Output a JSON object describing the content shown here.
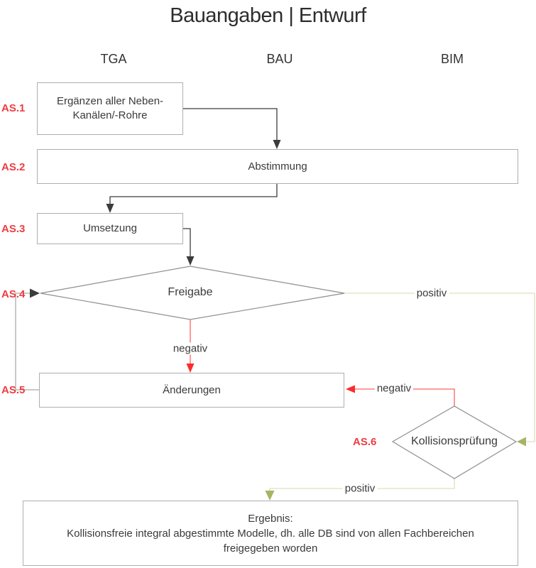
{
  "title": "Bauangaben | Entwurf",
  "columns": [
    {
      "label": "TGA"
    },
    {
      "label": "BAU"
    },
    {
      "label": "BIM"
    }
  ],
  "steps": [
    {
      "id": "AS.1",
      "label": "Ergänzen aller Neben-\nKanälen/-Rohre",
      "type": "process",
      "lane": "TGA"
    },
    {
      "id": "AS.2",
      "label": "Abstimmung",
      "type": "process",
      "lane": "TGA+BAU+BIM"
    },
    {
      "id": "AS.3",
      "label": "Umsetzung",
      "type": "process",
      "lane": "TGA"
    },
    {
      "id": "AS.4",
      "label": "Freigabe",
      "type": "decision",
      "lane": "TGA+BAU"
    },
    {
      "id": "AS.5",
      "label": "Änderungen",
      "type": "process",
      "lane": "TGA+BAU"
    },
    {
      "id": "AS.6",
      "label": "Kollisionsprüfung",
      "type": "decision",
      "lane": "BIM"
    }
  ],
  "edge_labels": {
    "freigabe_negativ": "negativ",
    "freigabe_positiv": "positiv",
    "kollision_negativ": "negativ",
    "kollision_positiv": "positiv"
  },
  "flow": [
    {
      "from": "AS.1",
      "to": "AS.2",
      "label": ""
    },
    {
      "from": "AS.2",
      "to": "AS.3",
      "label": ""
    },
    {
      "from": "AS.3",
      "to": "AS.4",
      "label": ""
    },
    {
      "from": "AS.4",
      "to": "AS.5",
      "label": "negativ"
    },
    {
      "from": "AS.4",
      "to": "AS.6",
      "label": "positiv"
    },
    {
      "from": "AS.5",
      "to": "AS.4",
      "label": ""
    },
    {
      "from": "AS.6",
      "to": "AS.5",
      "label": "negativ"
    },
    {
      "from": "AS.6",
      "to": "Ergebnis",
      "label": "positiv"
    }
  ],
  "result": {
    "label": "Ergebnis:\nKollisionsfreie integral abgestimmte Modelle, dh. alle DB sind von allen Fachbereichen\nfreigegeben worden"
  },
  "colors": {
    "accent_red": "#ee3b41",
    "line_dark": "#3c3c3c",
    "line_gray": "#ababab",
    "line_red": "#ff6161",
    "arrow_red": "#ff2a2a",
    "line_olive": "#e3e5c9",
    "arrow_olive": "#a8b464",
    "border_gray": "#aeaeae",
    "diamond_gray": "#8f8f8f",
    "text_dark": "#3a3a3a"
  }
}
